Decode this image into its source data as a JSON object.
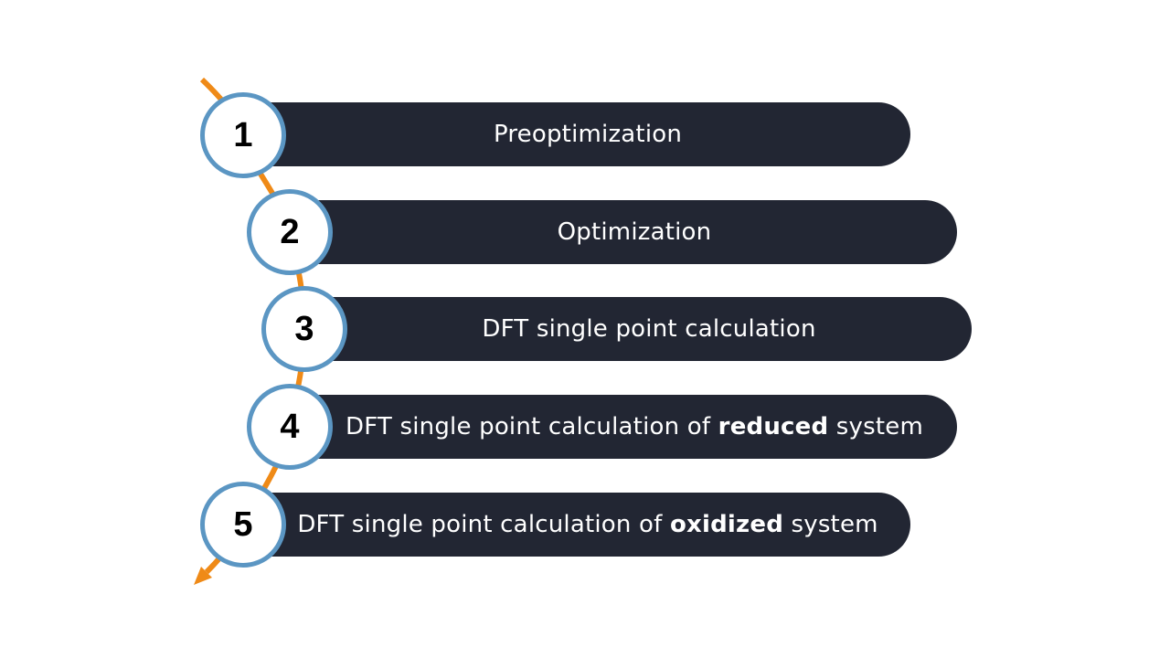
{
  "colors": {
    "bar": "#222633",
    "ring": "#5b96c3",
    "path": "#ef8a17",
    "text": "#ffffff"
  },
  "steps": [
    {
      "number": "1",
      "text": "Preoptimization",
      "bold": "",
      "after": ""
    },
    {
      "number": "2",
      "text": "Optimization",
      "bold": "",
      "after": ""
    },
    {
      "number": "3",
      "text": "DFT single point calculation",
      "bold": "",
      "after": ""
    },
    {
      "number": "4",
      "text": "DFT single point calculation of ",
      "bold": "reduced",
      "after": " system"
    },
    {
      "number": "5",
      "text": "DFT single point calculation of ",
      "bold": "oxidized",
      "after": " system"
    }
  ]
}
